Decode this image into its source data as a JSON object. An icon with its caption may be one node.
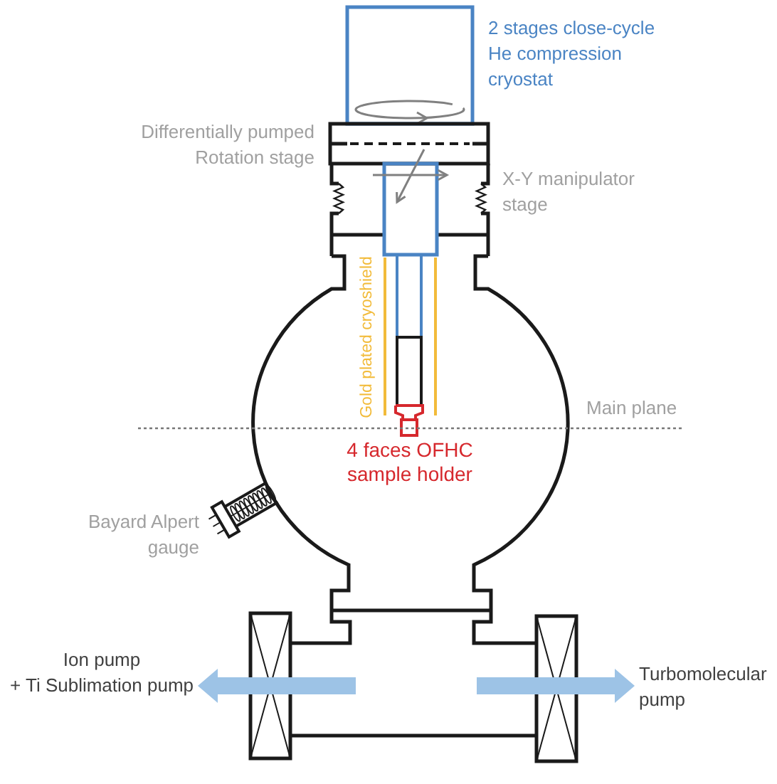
{
  "diagram": {
    "nodes": [
      {
        "text": [
          "Ion pump + Ti Sublimation pump"
        ]
      },
      {
        "text": [
          "Turbomolecular pump"
        ]
      }
    ],
    "edges": [
      {
        "from": null,
        "to": 0,
        "arrow": "to"
      },
      {
        "from": null,
        "to": 1,
        "arrow": "to"
      }
    ],
    "labels": [
      "2 stages close-cycle He compression cryostat",
      "Differentially pumped Rotation stage",
      "X-Y manipulator stage",
      "Gold plated cryoshield",
      "Main plane",
      "4 faces OFHC sample holder",
      "Bayard Alpert gauge"
    ]
  }
}
